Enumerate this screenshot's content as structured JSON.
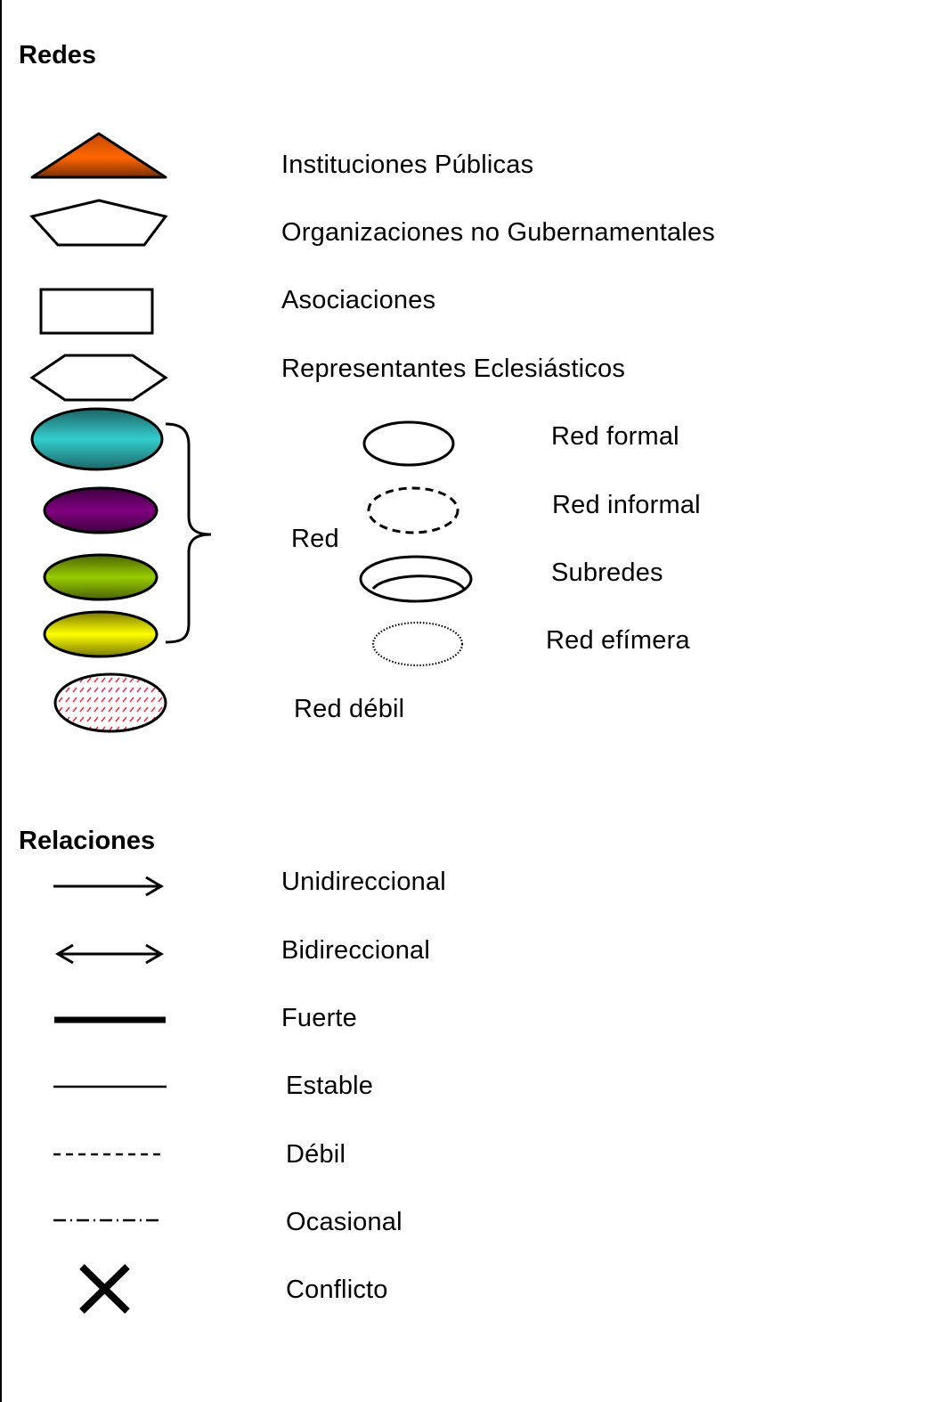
{
  "sections": {
    "redes": {
      "title": "Redes",
      "actors": [
        {
          "label": "Instituciones Públicas",
          "shape": "triangle-icon",
          "fill": "#ff6600"
        },
        {
          "label": "Organizaciones no Gubernamentales",
          "shape": "pentagon-icon",
          "fill": "#ffffff"
        },
        {
          "label": "Asociaciones",
          "shape": "rectangle-icon",
          "fill": "#ffffff"
        },
        {
          "label": "Representantes Eclesiásticos",
          "shape": "hexagon-icon",
          "fill": "#ffffff"
        }
      ],
      "network_group_label": "Red",
      "network_colors": [
        "#33cccc",
        "#800080",
        "#99cc00",
        "#ffff00"
      ],
      "network_types": [
        {
          "label": "Red formal",
          "shape": "solid-ellipse-icon"
        },
        {
          "label": "Red informal",
          "shape": "dashed-ellipse-icon"
        },
        {
          "label": "Subredes",
          "shape": "nested-ellipse-icon"
        },
        {
          "label": "Red efímera",
          "shape": "dotted-ellipse-icon"
        }
      ],
      "weak_network": {
        "label": "Red débil",
        "shape": "hatched-ellipse-icon",
        "hatch_color": "#e8334a"
      }
    },
    "relaciones": {
      "title": "Relaciones",
      "items": [
        {
          "label": "Unidireccional",
          "symbol": "arrow-right-icon"
        },
        {
          "label": "Bidireccional",
          "symbol": "arrow-both-icon"
        },
        {
          "label": "Fuerte",
          "symbol": "thick-line-icon"
        },
        {
          "label": "Estable",
          "symbol": "solid-line-icon"
        },
        {
          "label": "Débil",
          "symbol": "dashed-line-icon"
        },
        {
          "label": "Ocasional",
          "symbol": "dash-dot-line-icon"
        },
        {
          "label": "Conflicto",
          "symbol": "x-cross-icon"
        }
      ]
    }
  }
}
